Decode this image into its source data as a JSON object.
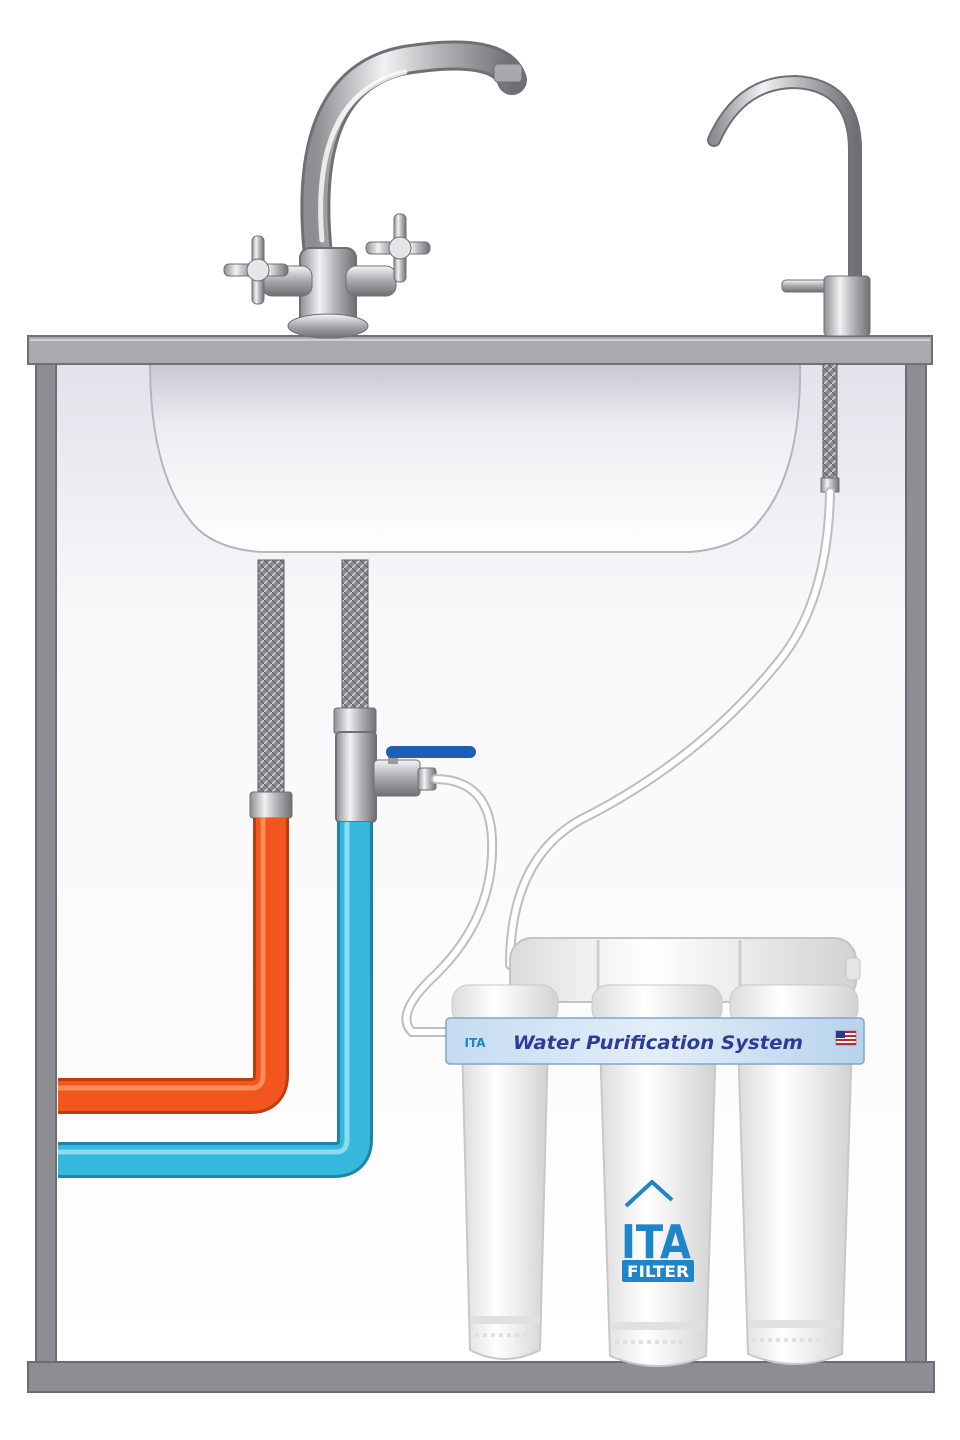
{
  "filter_unit": {
    "banner_text": "Water Purification System",
    "banner_logo": "ITA",
    "logo_main": "ITA",
    "logo_sub": "FILTER",
    "stages": 3
  },
  "pipes": {
    "hot_color": "#f2561e",
    "cold_color": "#36b8dc"
  },
  "icons": {
    "main_faucet": "mixer-faucet-icon",
    "filtered_faucet": "drinking-water-faucet-icon",
    "ball_valve": "ball-valve-icon",
    "flag": "usa-flag-icon"
  },
  "colors": {
    "cabinet": "#8d8d94",
    "countertop": "#a9a9ae",
    "banner": "#cfe3f3",
    "banner_text": "#2e3b97",
    "logo": "#1e86c8",
    "valve_handle": "#1e5fb5",
    "housing": "#f4f4f4"
  }
}
